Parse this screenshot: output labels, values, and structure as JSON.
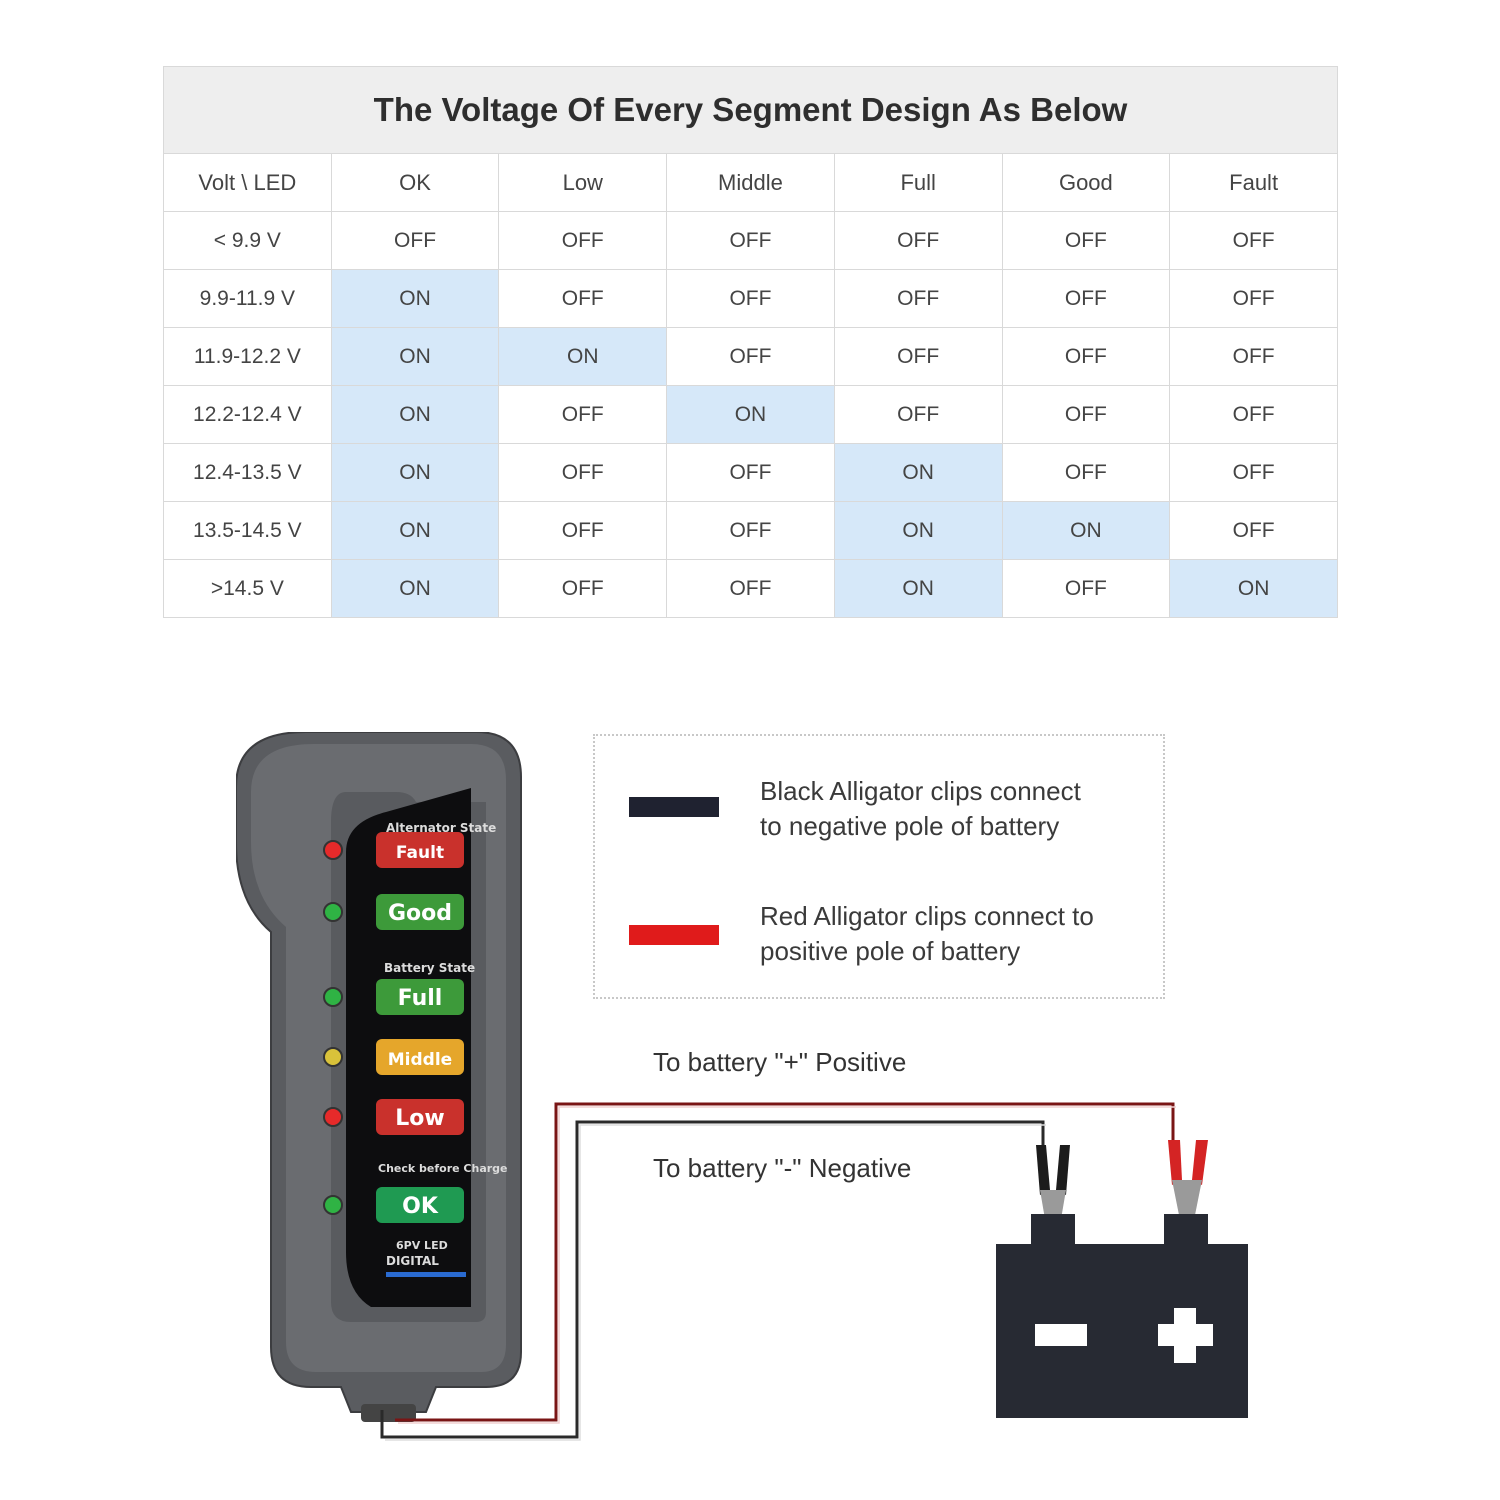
{
  "table": {
    "title": "The Voltage Of Every Segment Design As Below",
    "corner_header": "Volt \\ LED",
    "columns": [
      "OK",
      "Low",
      "Middle",
      "Full",
      "Good",
      "Fault"
    ],
    "rows": [
      {
        "volt": "< 9.9 V",
        "states": [
          "OFF",
          "OFF",
          "OFF",
          "OFF",
          "OFF",
          "OFF"
        ]
      },
      {
        "volt": "9.9-11.9 V",
        "states": [
          "ON",
          "OFF",
          "OFF",
          "OFF",
          "OFF",
          "OFF"
        ]
      },
      {
        "volt": "11.9-12.2 V",
        "states": [
          "ON",
          "ON",
          "OFF",
          "OFF",
          "OFF",
          "OFF"
        ]
      },
      {
        "volt": "12.2-12.4 V",
        "states": [
          "ON",
          "OFF",
          "ON",
          "OFF",
          "OFF",
          "OFF"
        ]
      },
      {
        "volt": "12.4-13.5 V",
        "states": [
          "ON",
          "OFF",
          "OFF",
          "ON",
          "OFF",
          "OFF"
        ]
      },
      {
        "volt": "13.5-14.5 V",
        "states": [
          "ON",
          "OFF",
          "OFF",
          "ON",
          "ON",
          "OFF"
        ]
      },
      {
        "volt": ">14.5 V",
        "states": [
          "ON",
          "OFF",
          "OFF",
          "ON",
          "OFF",
          "ON"
        ]
      }
    ],
    "on_value": "ON",
    "on_color": "#d6e8f9"
  },
  "legend": {
    "black": {
      "text_line1": "Black Alligator clips connect",
      "text_line2": "to negative pole of battery",
      "color": "#1f2230"
    },
    "red": {
      "text_line1": "Red Alligator clips connect to",
      "text_line2": "positive pole of battery",
      "color": "#e01b1b"
    }
  },
  "wires": {
    "positive_label": "To battery \"+\" Positive",
    "negative_label": "To battery \"-\" Negative"
  },
  "device": {
    "section_alternator": "Alternator State",
    "section_battery": "Battery State",
    "section_check": "Check before Charge",
    "brand_line1": "6PV LED",
    "brand_line2": "DIGITAL",
    "buttons": [
      {
        "label": "Fault",
        "color": "#c9312c",
        "led": "#e62a2a"
      },
      {
        "label": "Good",
        "color": "#3d9a3a",
        "led": "#2fb344"
      },
      {
        "label": "Full",
        "color": "#3d9a3a",
        "led": "#2fb344"
      },
      {
        "label": "Middle",
        "color": "#e5a62b",
        "led": "#d9c23a"
      },
      {
        "label": "Low",
        "color": "#c9312c",
        "led": "#e62a2a"
      },
      {
        "label": "OK",
        "color": "#1f9a52",
        "led": "#2fb344"
      }
    ]
  },
  "battery": {
    "minus": "−",
    "plus": "+",
    "color": "#272a33"
  }
}
